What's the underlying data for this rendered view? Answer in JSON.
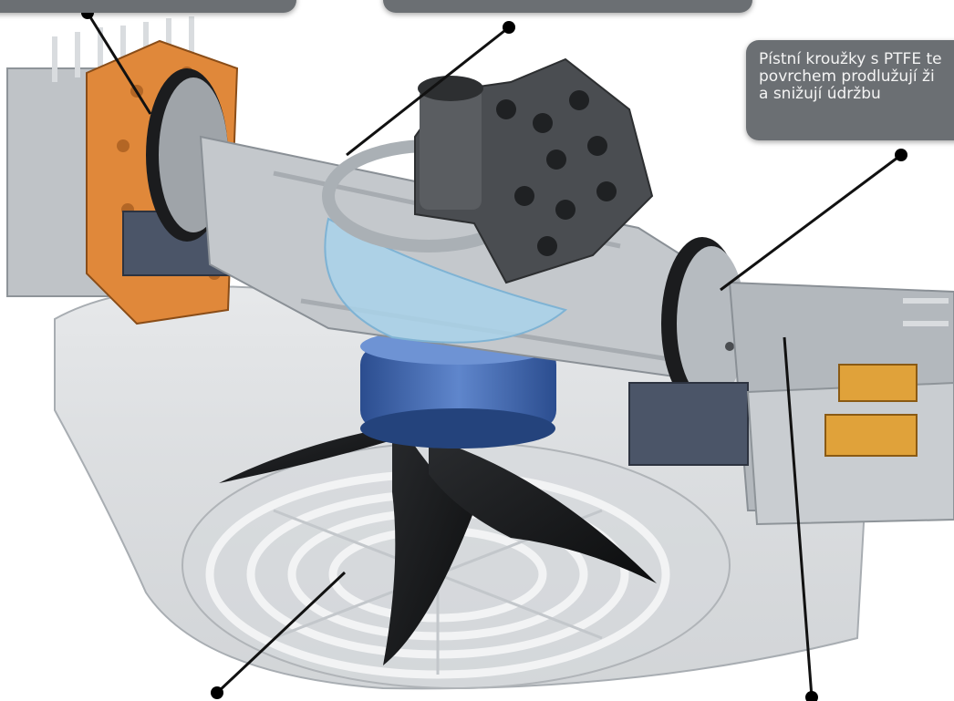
{
  "callouts": {
    "top_left": {
      "lines": []
    },
    "top_middle": {
      "lines": []
    },
    "right": {
      "lines": [
        "Pístní kroužky s PTFE te",
        "povrchem prodlužují ži",
        "a snižují údržbu"
      ]
    }
  },
  "colors": {
    "callout_bg": "#6b6f73",
    "callout_text": "#f4f4f4",
    "orange_gasket": "#e0883a",
    "blue_bearing": "#3f67b0",
    "grey_housing": "#9aa0a6"
  },
  "icons": [
    "leader-dot"
  ]
}
